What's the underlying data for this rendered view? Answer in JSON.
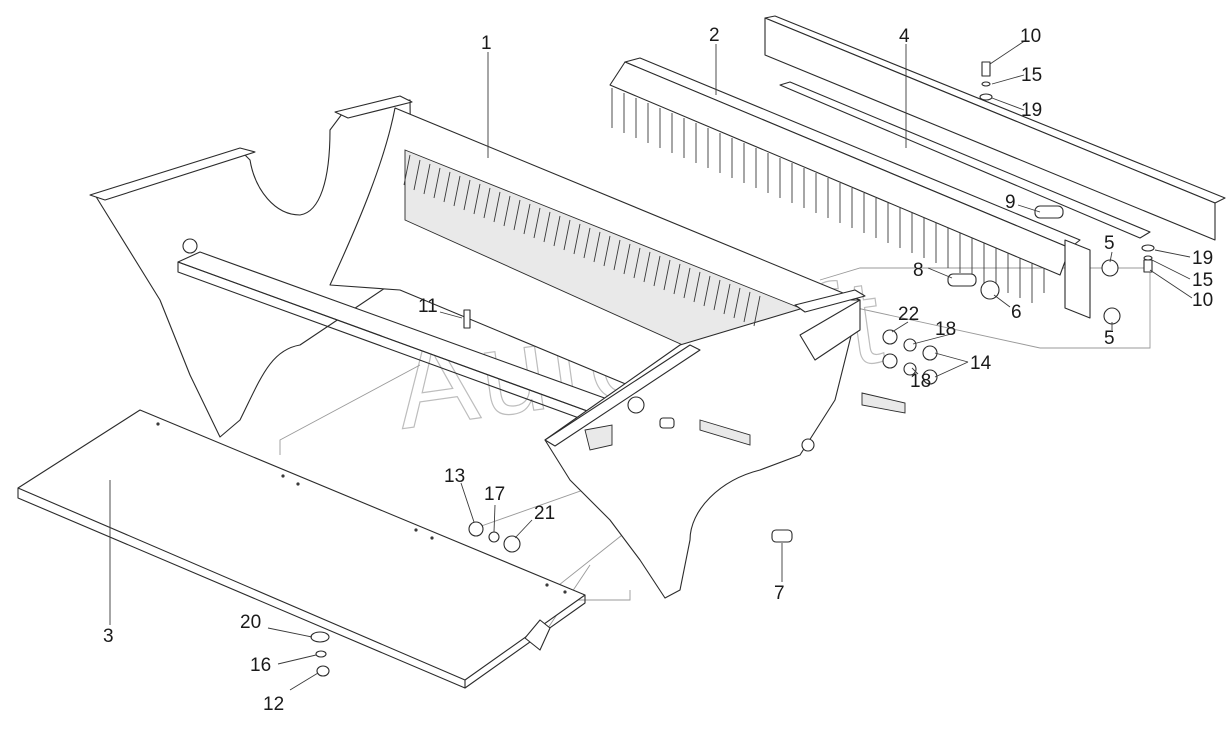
{
  "diagram": {
    "watermark": "AutoSoft",
    "callouts": [
      {
        "id": "c1",
        "label": "1"
      },
      {
        "id": "c2",
        "label": "2"
      },
      {
        "id": "c3",
        "label": "3"
      },
      {
        "id": "c4",
        "label": "4"
      },
      {
        "id": "c5a",
        "label": "5"
      },
      {
        "id": "c5b",
        "label": "5"
      },
      {
        "id": "c6",
        "label": "6"
      },
      {
        "id": "c7",
        "label": "7"
      },
      {
        "id": "c8",
        "label": "8"
      },
      {
        "id": "c9",
        "label": "9"
      },
      {
        "id": "c10a",
        "label": "10"
      },
      {
        "id": "c10b",
        "label": "10"
      },
      {
        "id": "c11",
        "label": "11"
      },
      {
        "id": "c12",
        "label": "12"
      },
      {
        "id": "c13",
        "label": "13"
      },
      {
        "id": "c14",
        "label": "14"
      },
      {
        "id": "c15a",
        "label": "15"
      },
      {
        "id": "c15b",
        "label": "15"
      },
      {
        "id": "c16",
        "label": "16"
      },
      {
        "id": "c17",
        "label": "17"
      },
      {
        "id": "c18a",
        "label": "18"
      },
      {
        "id": "c18b",
        "label": "18"
      },
      {
        "id": "c19a",
        "label": "19"
      },
      {
        "id": "c19b",
        "label": "19"
      },
      {
        "id": "c20",
        "label": "20"
      },
      {
        "id": "c21",
        "label": "21"
      },
      {
        "id": "c22",
        "label": "22"
      }
    ]
  }
}
